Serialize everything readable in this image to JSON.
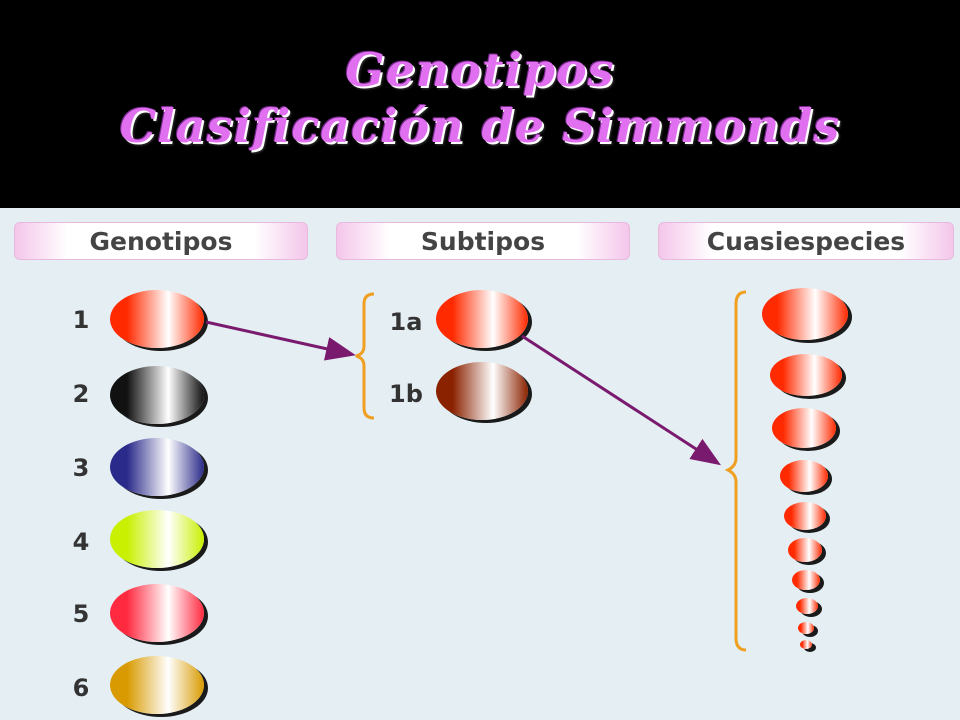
{
  "title": {
    "line1": "Genotipos",
    "line2": "Clasificación de Simmonds"
  },
  "headers": {
    "genotipos": "Genotipos",
    "subtipos": "Subtipos",
    "cuasiespecies": "Cuasiespecies"
  },
  "genotypes": [
    {
      "label": "1",
      "color": "#ff2a00"
    },
    {
      "label": "2",
      "color": "#111111"
    },
    {
      "label": "3",
      "color": "#2a2a8a"
    },
    {
      "label": "4",
      "color": "#c8f000"
    },
    {
      "label": "5",
      "color": "#ff2a40"
    },
    {
      "label": "6",
      "color": "#d89a00"
    }
  ],
  "subtypes": [
    {
      "label": "1a",
      "color": "#ff2a00"
    },
    {
      "label": "1b",
      "color": "#8a2200"
    }
  ],
  "quasispecies_color": "#ff2a00",
  "arrow_color": "#7a1a6e",
  "bracket_color": "#f0a020"
}
